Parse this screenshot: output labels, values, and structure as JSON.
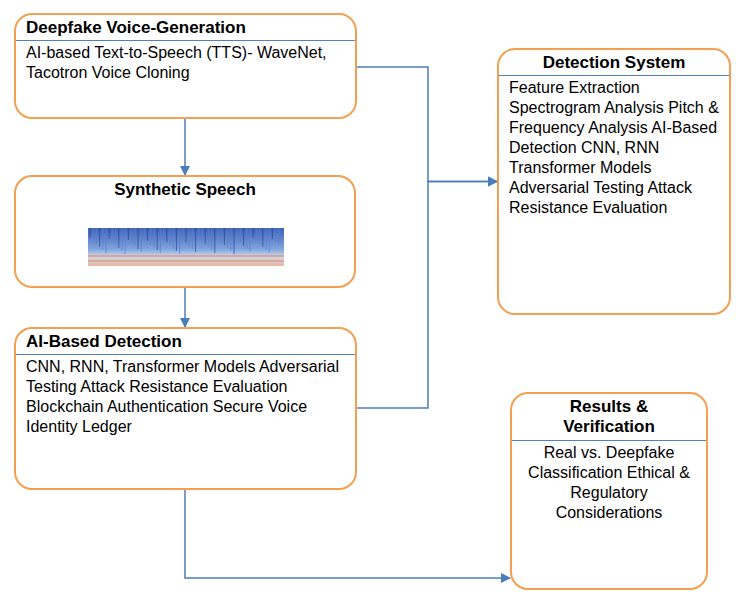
{
  "diagram": {
    "nodes": [
      {
        "text": [
          "Deepfake Voice-Generation",
          "AI-based Text-to-Speech (TTS)- WaveNet, Tacotron Voice Cloning"
        ]
      },
      {
        "text": [
          "Synthetic Speech"
        ]
      },
      {
        "text": [
          "AI-Based Detection",
          "CNN, RNN, Transformer Models Adversarial Testing Attack Resistance Evaluation Blockchain Authentication Secure Voice Identity Ledger"
        ]
      },
      {
        "text": [
          "Detection System",
          "Feature Extraction Spectrogram Analysis Pitch & Frequency Analysis AI-Based Detection CNN, RNN Transformer Models Adversarial Testing Attack Resistance Evaluation"
        ]
      },
      {
        "text": [
          "Results & Verification",
          "Real vs. Deepfake Classification Ethical & Regulatory Considerations"
        ]
      }
    ],
    "edges": [
      {
        "from": 0,
        "to": 1,
        "arrow": "to"
      },
      {
        "from": 1,
        "to": 2,
        "arrow": "to"
      },
      {
        "from": 0,
        "to": 3,
        "arrow": "to"
      },
      {
        "from": 2,
        "to": 3,
        "arrow": "to"
      },
      {
        "from": 2,
        "to": 4,
        "arrow": "to"
      }
    ]
  }
}
